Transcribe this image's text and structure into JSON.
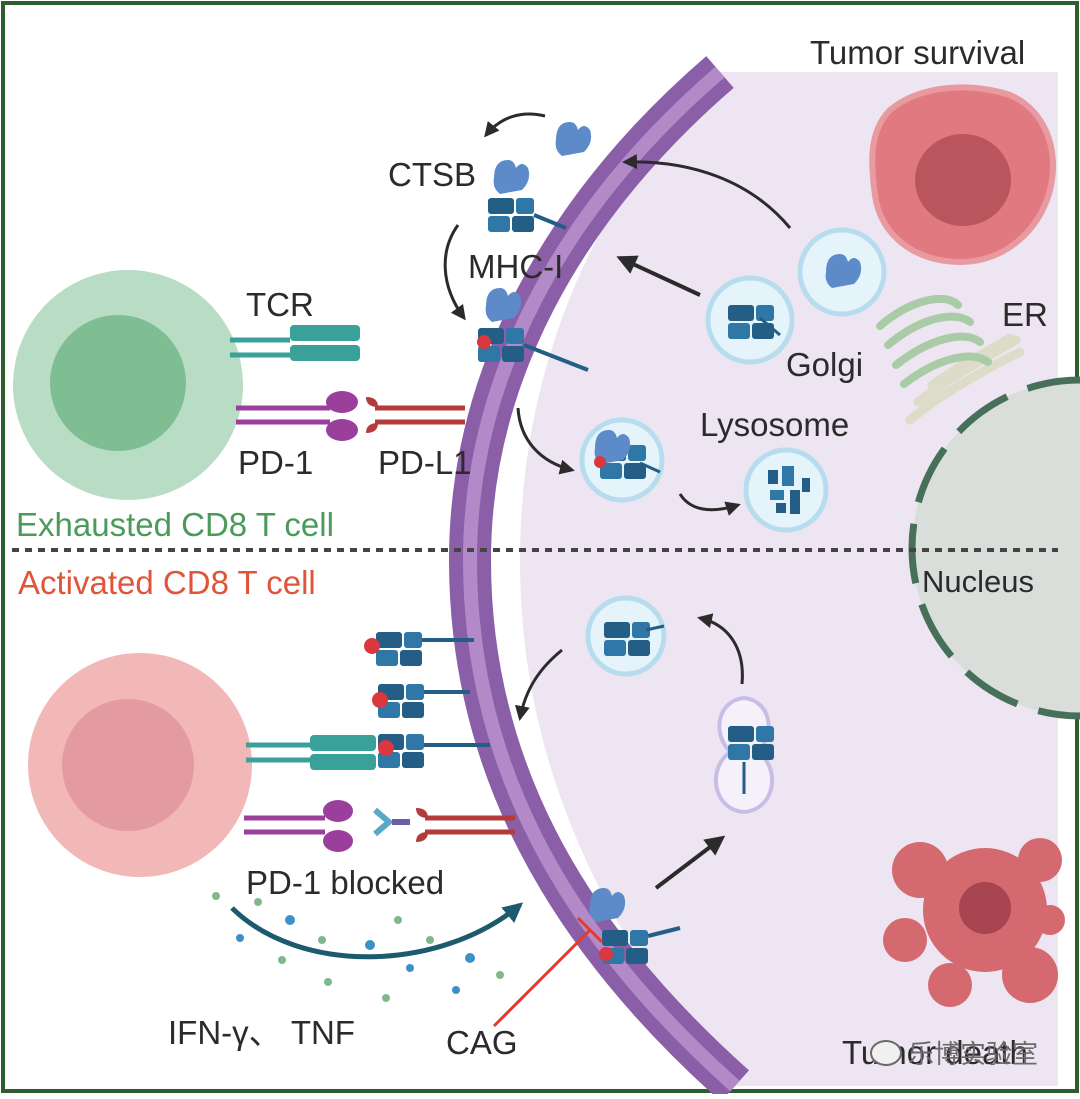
{
  "labels": {
    "tumor_survival": "Tumor survival",
    "ctsb": "CTSB",
    "mhc_i": "MHC-I",
    "tcr": "TCR",
    "er": "ER",
    "golgi": "Golgi",
    "lysosome": "Lysosome",
    "pd1": "PD-1",
    "pdl1": "PD-L1",
    "exhausted": "Exhausted CD8 T cell",
    "activated": "Activated CD8 T cell",
    "nucleus": "Nucleus",
    "pd1_blocked": "PD-1 blocked",
    "cytokines": "IFN-γ、 TNF",
    "cag": "CAG",
    "tumor_death": "Tumor death"
  },
  "watermark": "乐博实验室",
  "colors": {
    "frame": "#2e5e2e",
    "membrane": "#8a5fa8",
    "tumor_cytoplasm": "#ede5f1",
    "exhausted_cell": "#b9dcc4",
    "activated_cell": "#f2b8b8",
    "receptor_teal": "#3aa09a",
    "mhc_blue": "#245e86",
    "pd1_purple": "#9a3f9c",
    "pdl1_red": "#b33b3b",
    "vesicle": "#e5f3fa",
    "tumor_cell_pink": "#e07a80",
    "inhibitor_red": "#e53a2a"
  }
}
